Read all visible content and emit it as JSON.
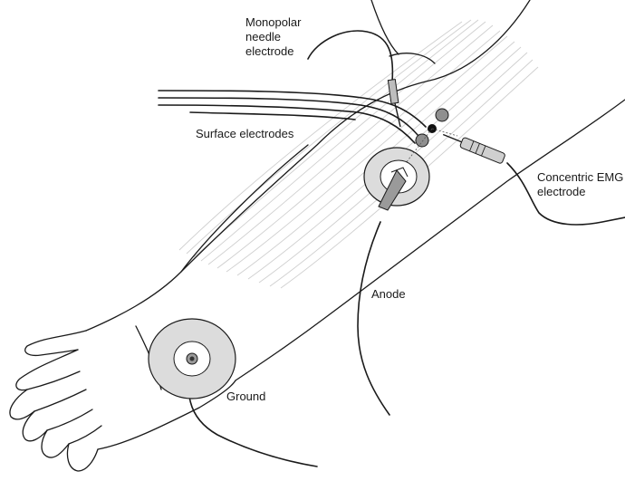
{
  "labels": {
    "monopolar": "Monopolar needle electrode",
    "surface": "Surface electrodes",
    "concentric": "Concentric EMG electrode",
    "anode": "Anode",
    "ground": "Ground"
  },
  "colors": {
    "outline": "#1a1a1a",
    "muscle": "#d6d6d6",
    "pad": "#dcdcdc",
    "electrode_dot": "#8f8f8f",
    "needle_tip": "#111111"
  }
}
